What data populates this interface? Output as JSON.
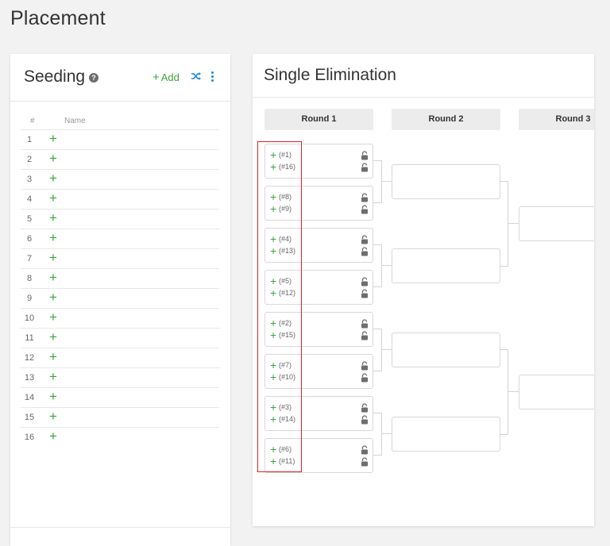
{
  "page": {
    "title": "Placement"
  },
  "seeding": {
    "title": "Seeding",
    "help_icon": "?",
    "add_label": "Add",
    "columns": {
      "num": "#",
      "name": "Name"
    },
    "rows": [
      "1",
      "2",
      "3",
      "4",
      "5",
      "6",
      "7",
      "8",
      "9",
      "10",
      "11",
      "12",
      "13",
      "14",
      "15",
      "16"
    ]
  },
  "bracket": {
    "title": "Single Elimination",
    "rounds": [
      "Round 1",
      "Round 2",
      "Round 3"
    ],
    "matches": [
      [
        "(#1)",
        "(#16)"
      ],
      [
        "(#8)",
        "(#9)"
      ],
      [
        "(#4)",
        "(#13)"
      ],
      [
        "(#5)",
        "(#12)"
      ],
      [
        "(#2)",
        "(#15)"
      ],
      [
        "(#7)",
        "(#10)"
      ],
      [
        "(#3)",
        "(#14)"
      ],
      [
        "(#6)",
        "(#11)"
      ]
    ]
  },
  "colors": {
    "accent_green": "#3aa63a",
    "accent_blue": "#1a88d6",
    "highlight_red": "#e0221f"
  }
}
